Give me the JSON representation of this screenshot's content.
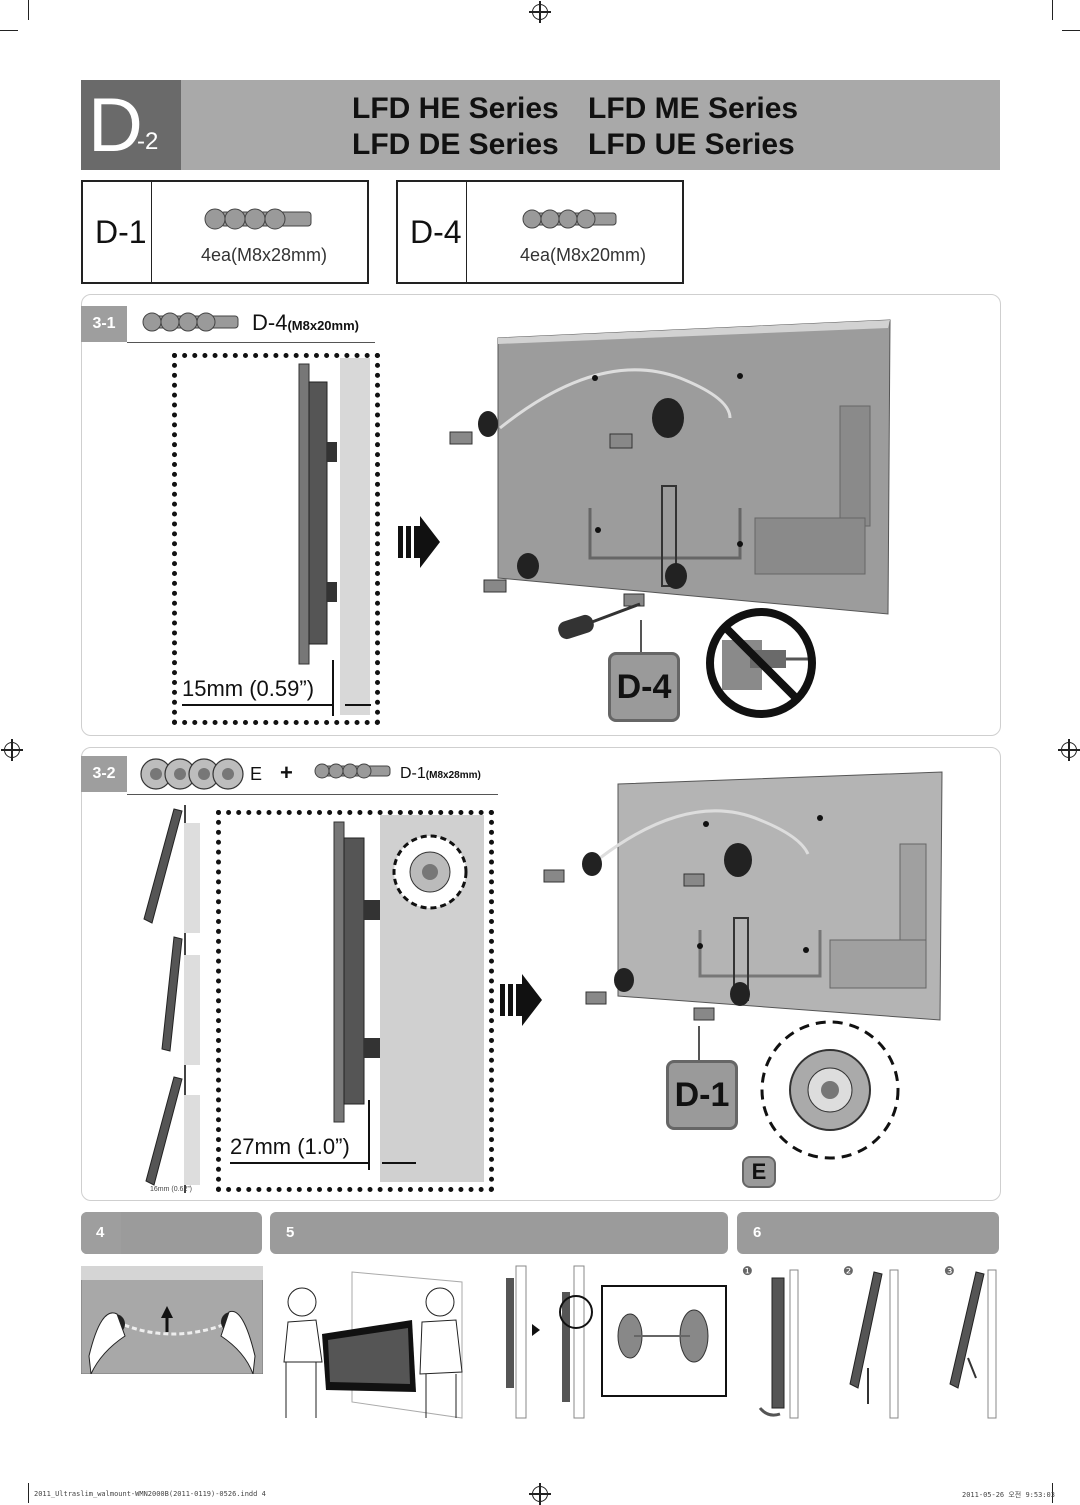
{
  "header": {
    "code": "D",
    "sub": "-2",
    "series": [
      "LFD HE Series",
      "LFD ME Series",
      "LFD DE Series",
      "LFD UE Series"
    ]
  },
  "parts": [
    {
      "code": "D-1",
      "qty": "4ea(M8x28mm)"
    },
    {
      "code": "D-4",
      "qty": "4ea(M8x20mm)"
    }
  ],
  "step31": {
    "num": "3-1",
    "part_code": "D-4",
    "part_spec": "(M8x20mm)",
    "measure": "15mm (0.59”)",
    "callout": "D-4"
  },
  "step32": {
    "num": "3-2",
    "e_label": "E",
    "plus": "+",
    "part_code": "D-1",
    "part_spec": "(M8x28mm)",
    "measure": "27mm (1.0”)",
    "small_measure": "16mm (0.62”)",
    "callout": "D-1",
    "e_callout": "E"
  },
  "steps": [
    "4",
    "5",
    "6"
  ],
  "step6_markers": [
    "❶",
    "❷",
    "❸"
  ],
  "footer": {
    "file": "2011_Ultraslim_walmount-WMN2000B(2011-0119)-0526.indd   4",
    "date": "2011-05-26   오전 9:53:03"
  }
}
